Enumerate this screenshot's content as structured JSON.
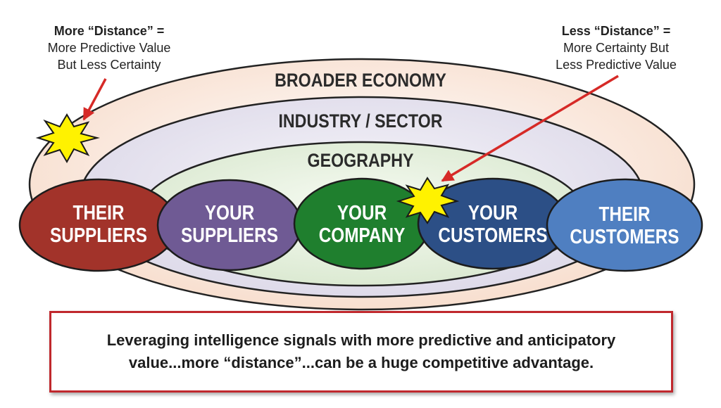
{
  "notes": {
    "left": {
      "line1": "More “Distance” =",
      "line2": "More Predictive Value",
      "line3": "But Less Certainty"
    },
    "right": {
      "line1": "Less “Distance” =",
      "line2": "More Certainty But",
      "line3": "Less Predictive Value"
    }
  },
  "rings": {
    "outer": "BROADER ECONOMY",
    "middle": "INDUSTRY / SECTOR",
    "inner": "GEOGRAPHY"
  },
  "circles": [
    {
      "id": "their-suppliers",
      "line1": "THEIR",
      "line2": "SUPPLIERS",
      "color": "#a2332a"
    },
    {
      "id": "your-suppliers",
      "line1": "YOUR",
      "line2": "SUPPLIERS",
      "color": "#6f5a94"
    },
    {
      "id": "your-company",
      "line1": "YOUR",
      "line2": "COMPANY",
      "color": "#1f7f2e"
    },
    {
      "id": "your-customers",
      "line1": "YOUR",
      "line2": "CUSTOMERS",
      "color": "#2c4f86"
    },
    {
      "id": "their-customers",
      "line1": "THEIR",
      "line2": "CUSTOMERS",
      "color": "#4f7fc1"
    }
  ],
  "callout": {
    "line1": "Leveraging intelligence signals with more predictive and anticipatory",
    "line2": "value...more “distance”...can be a huge competitive advantage."
  },
  "colors": {
    "outer_ring": "#f9e3d5",
    "middle_ring": "#e6e3ef",
    "inner_ring": "#e5efdd",
    "arrow": "#d62a27",
    "burst": "#fff200"
  }
}
